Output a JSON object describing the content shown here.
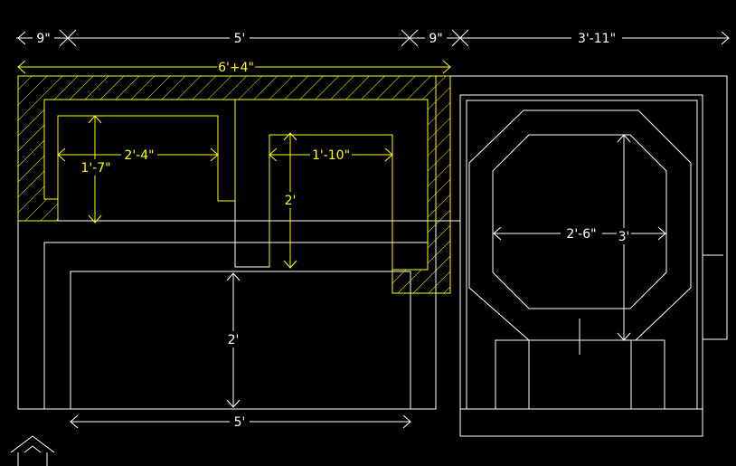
{
  "colors": {
    "background": "#000000",
    "white": "#ffffff",
    "yellow": "#ffff00"
  },
  "dimensions": {
    "top_9_left": "9\"",
    "top_5": "5'",
    "top_9_right": "9\"",
    "top_3_11": "3'-11\"",
    "width_6_4": "6'+4\"",
    "inner_2_4": "2'-4\"",
    "inner_1_7": "1'-7\"",
    "inner_1_10": "1'-10\"",
    "inner_2_upper": "2'",
    "lower_2": "2'",
    "bottom_5": "5'",
    "octagon_2_6": "2'-6\"",
    "octagon_3": "3'"
  },
  "icons": {
    "ucs": "ucs-icon"
  }
}
